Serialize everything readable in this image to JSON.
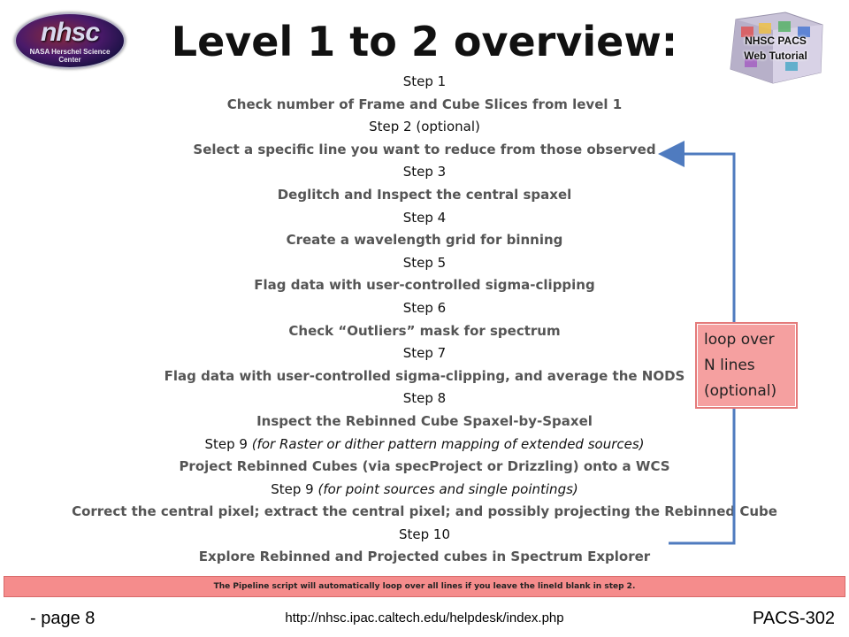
{
  "logo": {
    "big": "nhsc",
    "small": "NASA Herschel Science Center"
  },
  "corner_badge": {
    "line1": "NHSC PACS",
    "line2": "Web Tutorial"
  },
  "title": "Level 1 to 2 overview:",
  "steps": [
    {
      "label": "Step 1",
      "desc": "Check number of Frame and Cube Slices from level 1"
    },
    {
      "label": "Step 2 (optional)",
      "desc": "Select a specific line you want to reduce from those observed"
    },
    {
      "label": "Step 3",
      "desc": "Deglitch and Inspect the central spaxel"
    },
    {
      "label": "Step 4",
      "desc": "Create a wavelength grid for binning"
    },
    {
      "label": "Step 5",
      "desc": "Flag data with user-controlled sigma-clipping"
    },
    {
      "label": "Step 6",
      "desc": "Check “Outliers” mask for spectrum"
    },
    {
      "label": "Step 7",
      "desc": "Flag data with user-controlled sigma-clipping, and average the NODS"
    },
    {
      "label": "Step 8",
      "desc": "Inspect the Rebinned Cube Spaxel-by-Spaxel"
    },
    {
      "label": "Step 9",
      "label_italic": "(for Raster or dither pattern mapping of extended sources)",
      "desc": "Project Rebinned Cubes (via specProject or Drizzling) onto a WCS"
    },
    {
      "label": "Step 9",
      "label_italic": "(for point sources and single pointings)",
      "desc": "Correct the central pixel; extract the central pixel; and possibly projecting the Rebinned Cube"
    },
    {
      "label": "Step 10",
      "desc": "Explore Rebinned and Projected cubes in Spectrum Explorer"
    }
  ],
  "loop_box": {
    "line1": "loop over",
    "line2": "N lines",
    "line3": "(optional)"
  },
  "banner": "The Pipeline script will automatically loop over all lines if you leave the lineId blank in step 2.",
  "footer": {
    "page": "- page 8",
    "url": "http://nhsc.ipac.caltech.edu/helpdesk/index.php",
    "code": "PACS-302"
  },
  "colors": {
    "arrow": "#4f7bbf",
    "loop_box": "#f5a0a0",
    "banner": "#f58c8c"
  }
}
